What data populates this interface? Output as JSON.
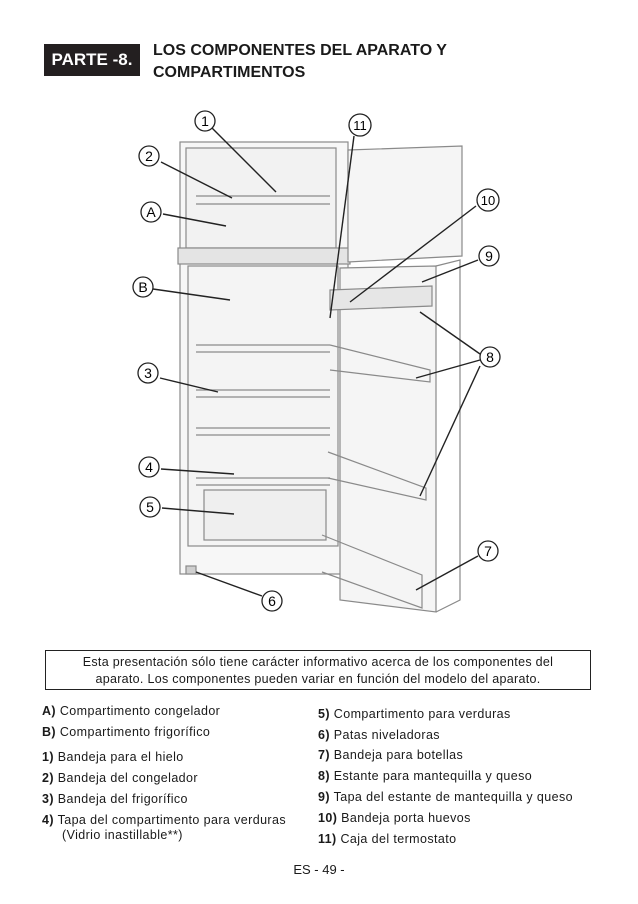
{
  "header": {
    "badge": "PARTE -8.",
    "title_line1": "LOS COMPONENTES DEL APARATO Y",
    "title_line2": "COMPARTIMENTOS"
  },
  "callouts": [
    "1",
    "2",
    "A",
    "B",
    "3",
    "4",
    "5",
    "6",
    "11",
    "10",
    "9",
    "8",
    "7"
  ],
  "notice": {
    "line1": "Esta presentación sólo tiene carácter informativo acerca de los componentes del",
    "line2": "aparato. Los componentes pueden variar en función del modelo del aparato."
  },
  "legend_left": [
    {
      "key": "A)",
      "text": "Compartimento congelador"
    },
    {
      "key": "B)",
      "text": "Compartimento frigorífico"
    },
    {
      "key": "1)",
      "text": "Bandeja para el hielo"
    },
    {
      "key": "2)",
      "text": "Bandeja del congelador"
    },
    {
      "key": "3)",
      "text": "Bandeja del frigorífico"
    },
    {
      "key": "4)",
      "text": "Tapa del compartimento para verduras"
    }
  ],
  "legend_left_note": "(Vidrio inastillable**)",
  "legend_right": [
    {
      "key": "5)",
      "text": "Compartimento para verduras"
    },
    {
      "key": "6)",
      "text": "Patas niveladoras"
    },
    {
      "key": "7)",
      "text": "Bandeja para botellas"
    },
    {
      "key": "8)",
      "text": "Estante para mantequilla y queso"
    },
    {
      "key": "9)",
      "text": "Tapa del estante de mantequilla y queso"
    },
    {
      "key": "10)",
      "text": "Bandeja porta huevos"
    },
    {
      "key": "11)",
      "text": "Caja del termostato"
    }
  ],
  "footer": "ES - 49 -"
}
